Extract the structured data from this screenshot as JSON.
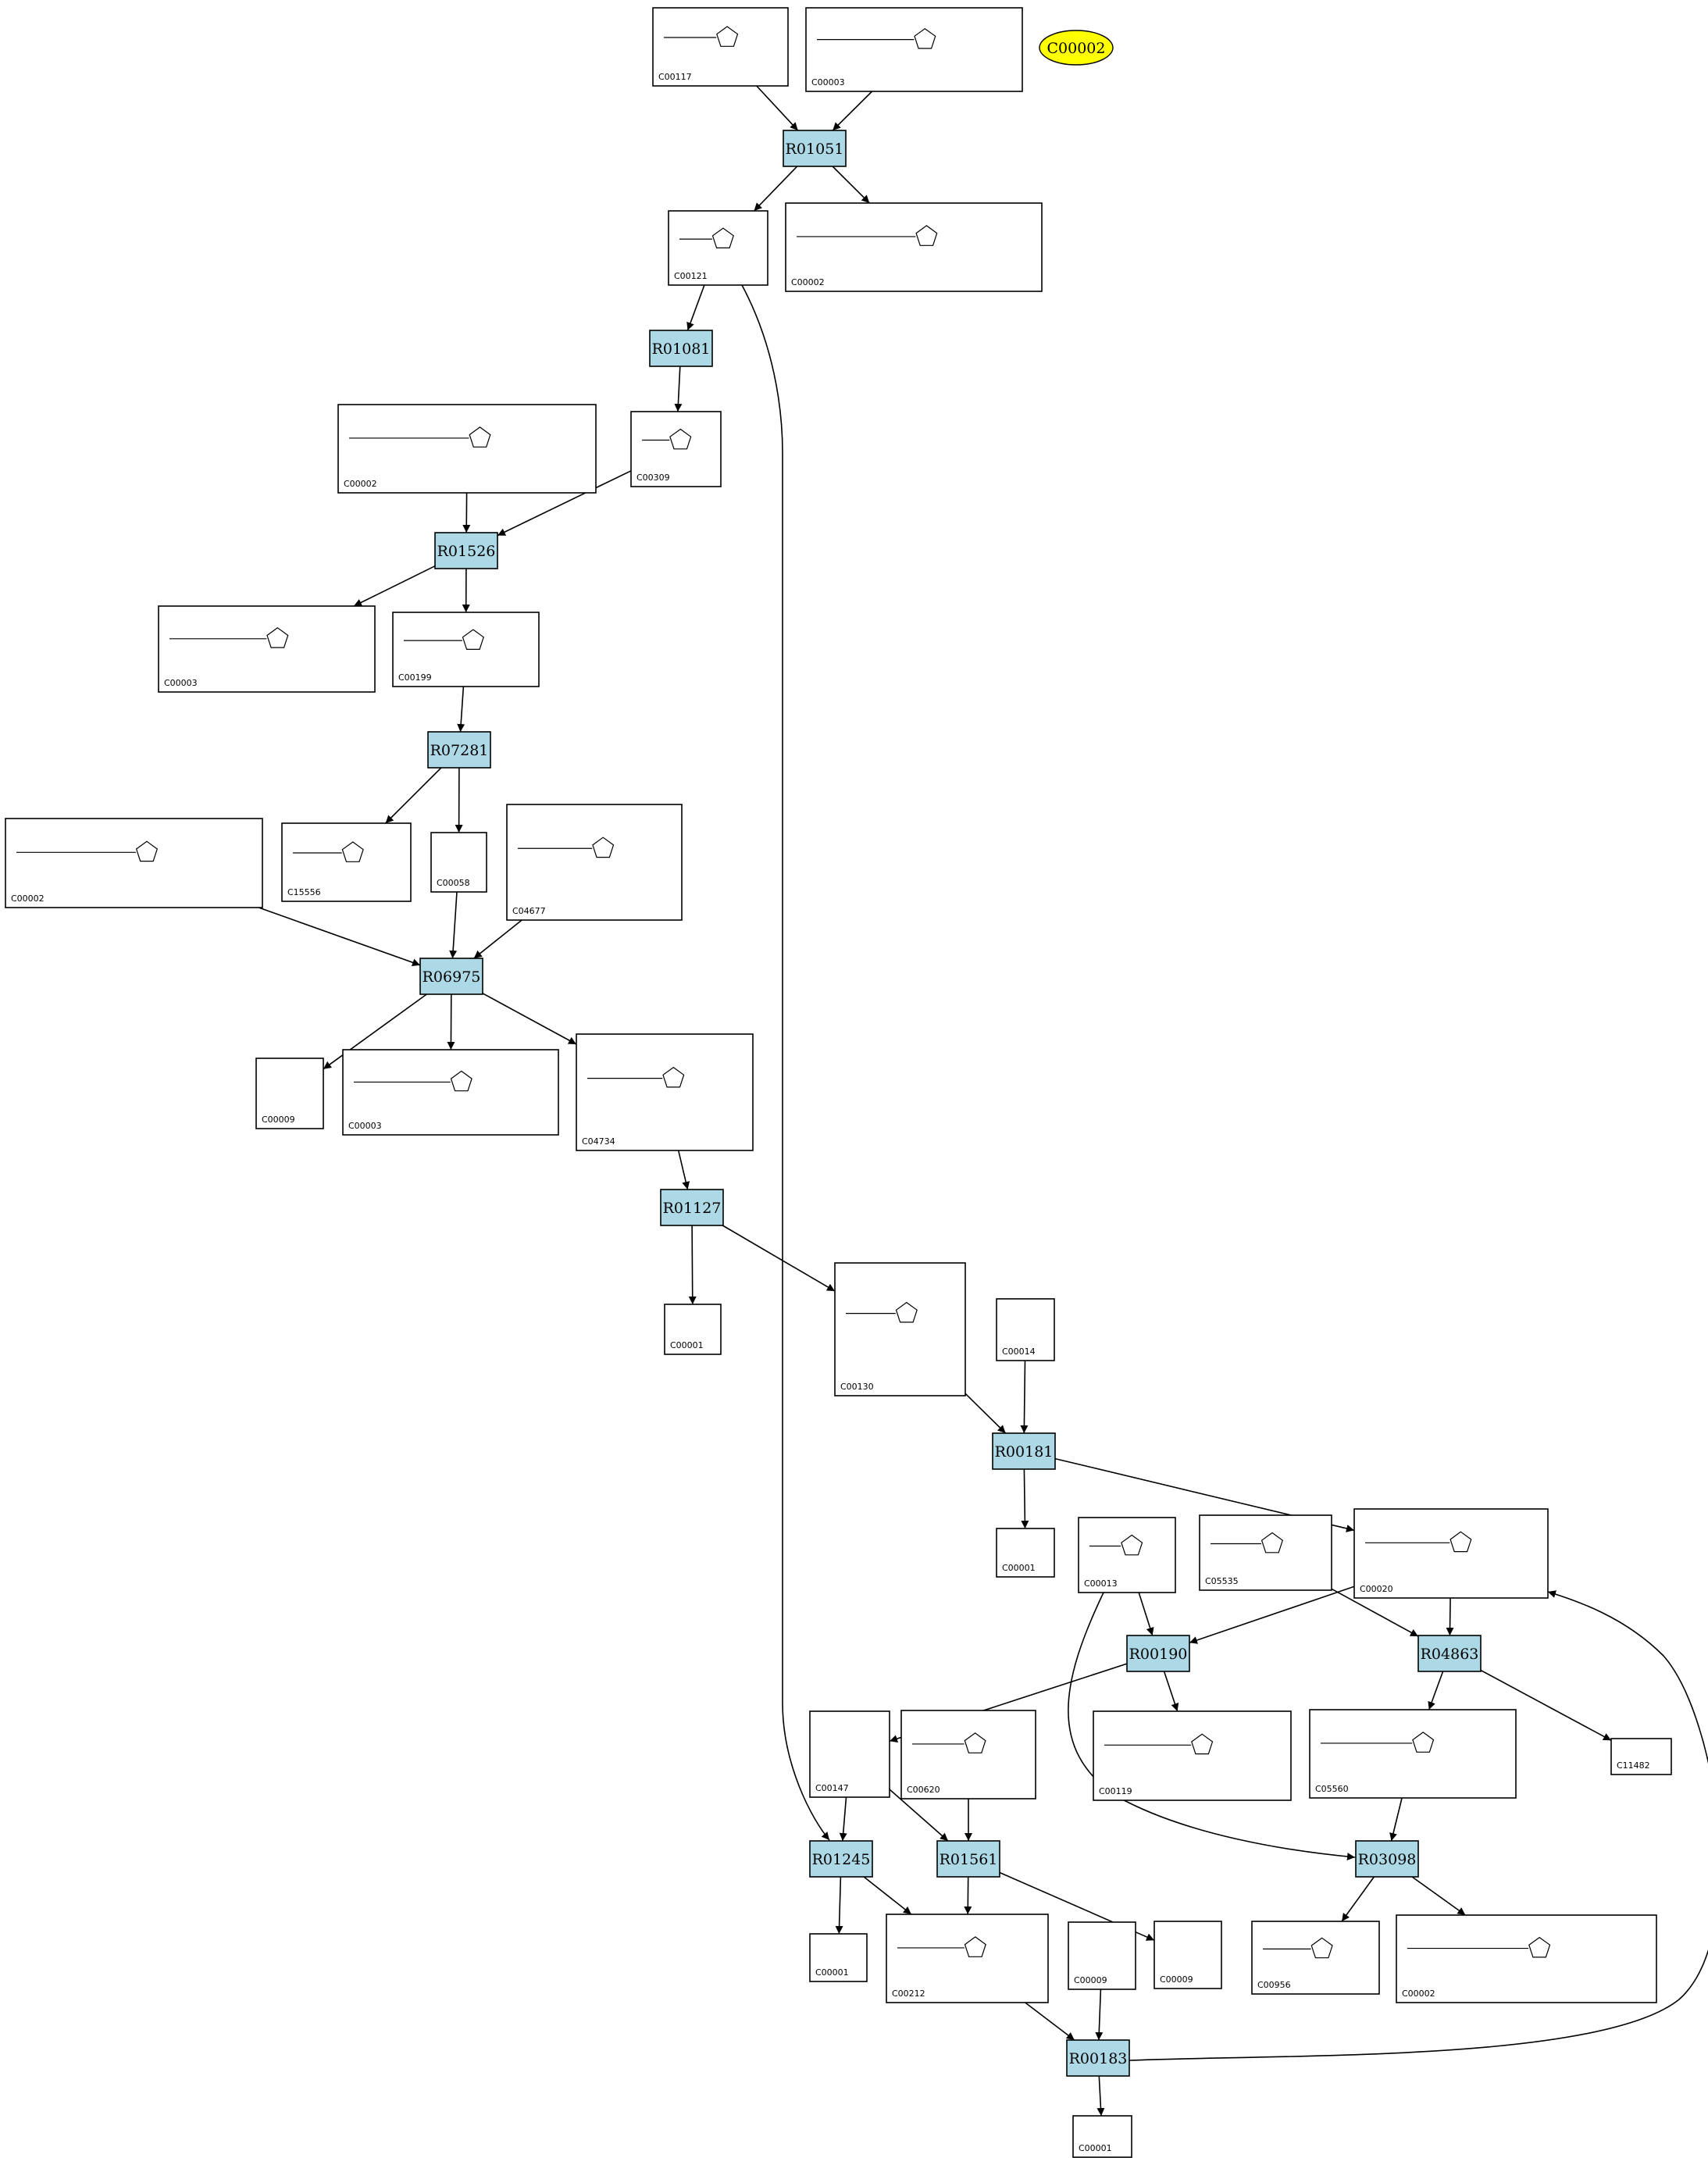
{
  "highlight": {
    "id": "C00002",
    "color": "#ffff00"
  },
  "colors": {
    "reaction": "#add8e6",
    "compound": "#ffffff",
    "edge": "#000000"
  },
  "reactions": [
    "R01051",
    "R01081",
    "R01526",
    "R07281",
    "R06975",
    "R01127",
    "R00181",
    "R00190",
    "R04863",
    "R01245",
    "R01561",
    "R03098",
    "R00183"
  ],
  "compounds": [
    {
      "id": "c1",
      "label": "C00117",
      "structure": []
    },
    {
      "id": "c2",
      "label": "C00003",
      "structure": []
    },
    {
      "id": "c3",
      "label": "C00121",
      "structure": []
    },
    {
      "id": "c4",
      "label": "C00002",
      "structure": []
    },
    {
      "id": "c5",
      "label": "C00002",
      "structure": []
    },
    {
      "id": "c6",
      "label": "C00309",
      "structure": []
    },
    {
      "id": "c7",
      "label": "C00003",
      "structure": []
    },
    {
      "id": "c8",
      "label": "C00199",
      "structure": []
    },
    {
      "id": "c9",
      "label": "C00002",
      "structure": []
    },
    {
      "id": "c10",
      "label": "C15556",
      "structure": []
    },
    {
      "id": "c11",
      "label": "C00058",
      "structure": []
    },
    {
      "id": "c12",
      "label": "C04677",
      "structure": []
    },
    {
      "id": "c13",
      "label": "C00009",
      "structure": []
    },
    {
      "id": "c14",
      "label": "C00003",
      "structure": []
    },
    {
      "id": "c15",
      "label": "C04734",
      "structure": []
    },
    {
      "id": "c16",
      "label": "C00001",
      "structure": []
    },
    {
      "id": "c17",
      "label": "C00130",
      "structure": []
    },
    {
      "id": "c18",
      "label": "C00014",
      "structure": []
    },
    {
      "id": "c19",
      "label": "C00001",
      "structure": []
    },
    {
      "id": "c20",
      "label": "C00013",
      "structure": []
    },
    {
      "id": "c21",
      "label": "C05535",
      "structure": []
    },
    {
      "id": "c22",
      "label": "C00020",
      "structure": []
    },
    {
      "id": "c23",
      "label": "C00147",
      "structure": []
    },
    {
      "id": "c24",
      "label": "C00620",
      "structure": []
    },
    {
      "id": "c25",
      "label": "C00119",
      "structure": []
    },
    {
      "id": "c26",
      "label": "C05560",
      "structure": []
    },
    {
      "id": "c27",
      "label": "C11482",
      "structure": []
    },
    {
      "id": "c28",
      "label": "C00001",
      "structure": []
    },
    {
      "id": "c29",
      "label": "C00212",
      "structure": []
    },
    {
      "id": "c30",
      "label": "C00009",
      "structure": []
    },
    {
      "id": "c31",
      "label": "C00009",
      "structure": []
    },
    {
      "id": "c32",
      "label": "C00956",
      "structure": []
    },
    {
      "id": "c33",
      "label": "C00002",
      "structure": []
    },
    {
      "id": "c34",
      "label": "C00001",
      "structure": []
    }
  ],
  "edges": [
    [
      "c1",
      "R01051"
    ],
    [
      "c2",
      "R01051"
    ],
    [
      "R01051",
      "c3"
    ],
    [
      "R01051",
      "c4"
    ],
    [
      "c3",
      "R01081"
    ],
    [
      "R01081",
      "c6"
    ],
    [
      "c5",
      "R01526"
    ],
    [
      "c6",
      "R01526"
    ],
    [
      "R01526",
      "c7"
    ],
    [
      "R01526",
      "c8"
    ],
    [
      "c8",
      "R07281"
    ],
    [
      "R07281",
      "c10"
    ],
    [
      "R07281",
      "c11"
    ],
    [
      "c9",
      "R06975"
    ],
    [
      "c11",
      "R06975"
    ],
    [
      "c12",
      "R06975"
    ],
    [
      "R06975",
      "c13"
    ],
    [
      "R06975",
      "c14"
    ],
    [
      "R06975",
      "c15"
    ],
    [
      "c15",
      "R01127"
    ],
    [
      "R01127",
      "c16"
    ],
    [
      "R01127",
      "c17"
    ],
    [
      "c17",
      "R00181"
    ],
    [
      "c18",
      "R00181"
    ],
    [
      "R00181",
      "c19"
    ],
    [
      "R00181",
      "c22"
    ],
    [
      "c20",
      "R00190"
    ],
    [
      "c22",
      "R00190"
    ],
    [
      "c21",
      "R04863"
    ],
    [
      "c22",
      "R04863"
    ],
    [
      "R00190",
      "c23"
    ],
    [
      "R00190",
      "c25"
    ],
    [
      "R04863",
      "c26"
    ],
    [
      "R04863",
      "c27"
    ],
    [
      "c3",
      "R01245"
    ],
    [
      "c23",
      "R01245"
    ],
    [
      "c23",
      "R01561"
    ],
    [
      "c24",
      "R01561"
    ],
    [
      "c20",
      "R03098"
    ],
    [
      "c26",
      "R03098"
    ],
    [
      "R01245",
      "c28"
    ],
    [
      "R01245",
      "c29"
    ],
    [
      "R01561",
      "c29"
    ],
    [
      "R01561",
      "c30"
    ],
    [
      "R03098",
      "c32"
    ],
    [
      "R03098",
      "c33"
    ],
    [
      "c29",
      "R00183"
    ],
    [
      "c31",
      "R00183"
    ],
    [
      "R00183",
      "c34"
    ],
    [
      "R00183",
      "c22"
    ]
  ]
}
